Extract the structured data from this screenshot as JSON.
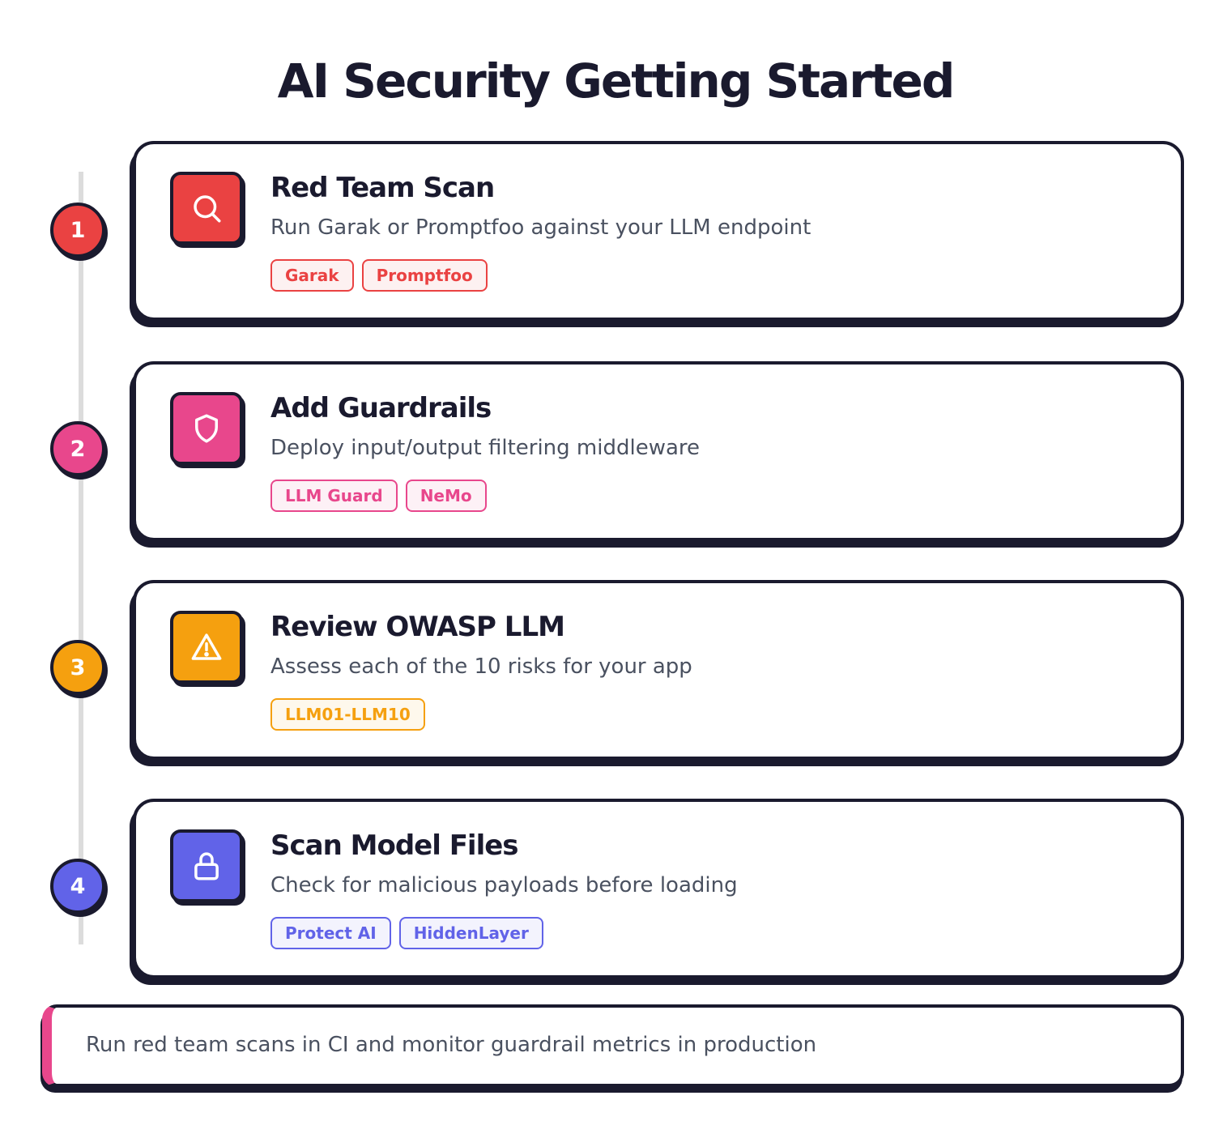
{
  "title": "AI Security Getting Started",
  "steps": [
    {
      "number": "1",
      "title": "Red Team Scan",
      "description": "Run Garak or Promptfoo against your LLM endpoint",
      "icon": "search-icon",
      "color": "#ea4242",
      "tag_bg": "#fdf1f1",
      "tags": [
        "Garak",
        "Promptfoo"
      ]
    },
    {
      "number": "2",
      "title": "Add Guardrails",
      "description": "Deploy input/output filtering middleware",
      "icon": "shield-icon",
      "color": "#e8478c",
      "tag_bg": "#fdf1f6",
      "tags": [
        "LLM Guard",
        "NeMo"
      ]
    },
    {
      "number": "3",
      "title": "Review OWASP LLM",
      "description": "Assess each of the 10 risks for your app",
      "icon": "warning-icon",
      "color": "#f5a00f",
      "tag_bg": "#fef8ec",
      "tags": [
        "LLM01-LLM10"
      ]
    },
    {
      "number": "4",
      "title": "Scan Model Files",
      "description": "Check for malicious payloads before loading",
      "icon": "lock-icon",
      "color": "#6163e8",
      "tag_bg": "#f3f3fd",
      "tags": [
        "Protect AI",
        "HiddenLayer"
      ]
    }
  ],
  "footer": {
    "text": "Run red team scans in CI and monitor guardrail metrics in production",
    "accent": "#e8478c"
  }
}
